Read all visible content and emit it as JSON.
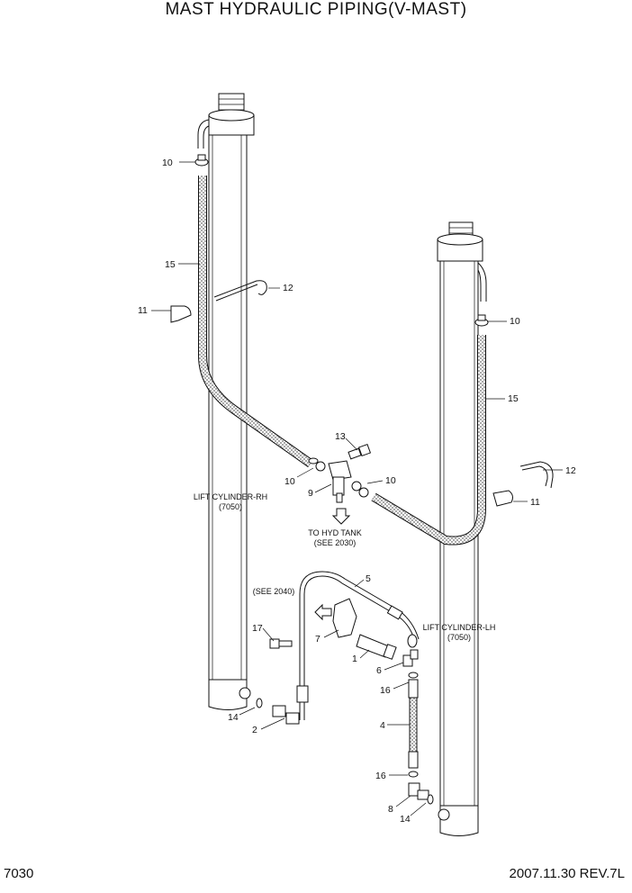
{
  "header": {
    "title": "MAST HYDRAULIC PIPING(V-MAST)"
  },
  "footer": {
    "page_number": "7030",
    "revision": "2007.11.30  REV.7L"
  },
  "callouts": {
    "c10a": "10",
    "c15a": "15",
    "c12a": "12",
    "c11a": "11",
    "c10b": "10",
    "c15b": "15",
    "c12b": "12",
    "c11b": "11",
    "c13": "13",
    "c10c": "10",
    "c10d": "10",
    "c9": "9",
    "c5": "5",
    "c17": "17",
    "c7": "7",
    "c1": "1",
    "c6": "6",
    "c16a": "16",
    "c14a": "14",
    "c2": "2",
    "c4": "4",
    "c16b": "16",
    "c8": "8",
    "c14b": "14"
  },
  "notes": {
    "lift_rh_line1": "LIFT CYLINDER-RH",
    "lift_rh_line2": "(7050)",
    "lift_lh_line1": "LIFT CYLINDER-LH",
    "lift_lh_line2": "(7050)",
    "tank_line1": "TO HYD TANK",
    "tank_line2": "(SEE 2030)",
    "see_2040": "(SEE 2040)"
  }
}
